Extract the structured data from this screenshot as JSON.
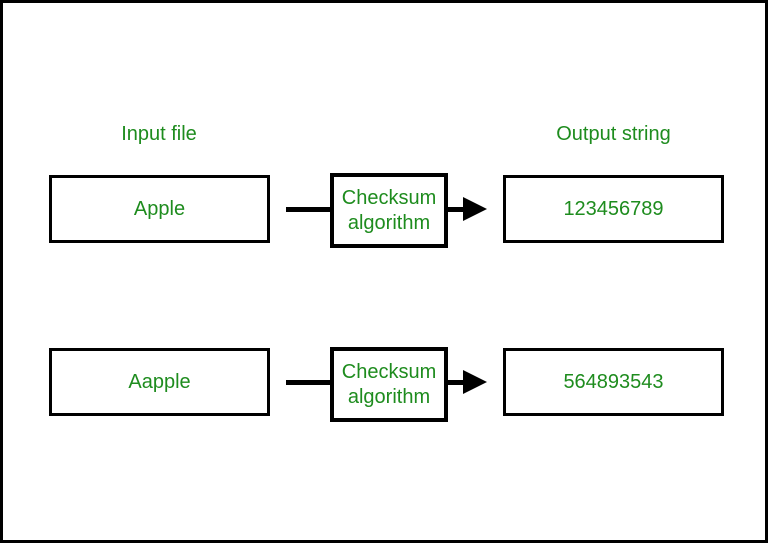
{
  "colors": {
    "accent_green": "#1e8c1e",
    "line_black": "#000000",
    "background": "#ffffff"
  },
  "labels": {
    "input_column": "Input file",
    "output_column": "Output string"
  },
  "rows": [
    {
      "input": "Apple",
      "process": "Checksum algorithm",
      "output": "123456789"
    },
    {
      "input": "Aapple",
      "process": "Checksum algorithm",
      "output": "564893543"
    }
  ]
}
